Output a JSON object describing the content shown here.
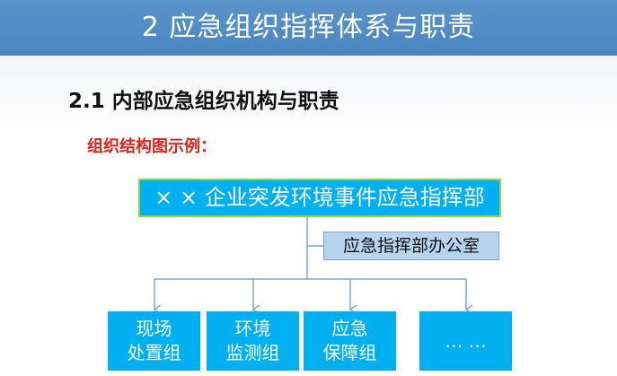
{
  "header": {
    "title": "2  应急组织指挥体系与职责"
  },
  "section": {
    "title": "2.1 内部应急组织机构与职责",
    "subtitle": "组织结构图示例："
  },
  "org_chart": {
    "top": "× × 企业突发环境事件应急指挥部",
    "office": "应急指挥部办公室",
    "teams": [
      {
        "line1": "现场",
        "line2": "处置组"
      },
      {
        "line1": "环境",
        "line2": "监测组"
      },
      {
        "line1": "应急",
        "line2": "保障组"
      },
      {
        "line1": "… …",
        "line2": ""
      }
    ]
  },
  "colors": {
    "banner": "#4a86bf",
    "box_fill": "#00b0f0",
    "box_border": "#8fd641",
    "office_fill": "#b7d3ee",
    "connector": "#7fa5cb",
    "subtitle": "#e2231a"
  }
}
